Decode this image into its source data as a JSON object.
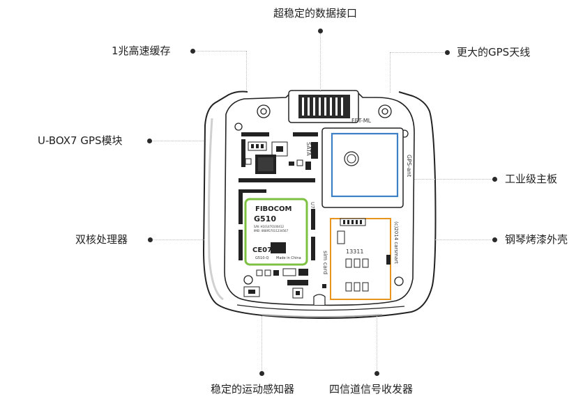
{
  "callouts": {
    "data_port": "超稳定的数据接口",
    "cache": "1兆高速缓存",
    "gps_antenna": "更大的GPS天线",
    "gps_module": "U-BOX7 GPS模块",
    "mainboard": "工业级主板",
    "dual_core": "双核处理器",
    "shell": "钢琴烤漆外壳",
    "sensor": "稳定的运动感知器",
    "transceiver": "四信道信号收发器"
  },
  "board": {
    "connector_label": "FET-ML",
    "sata_label": "SATA",
    "gps_ant_label": "GPS-ant",
    "u7_label": "U7",
    "sim_card_label": "sim card",
    "sim_number": "13311",
    "copyright": "(c)2014 carsmart",
    "module": {
      "brand": "FIBOCOM",
      "model": "G510",
      "line1": "S/N: H101470100412",
      "line2": "IMEI: 868957011234567",
      "ce_mark": "CE0700",
      "line3": "G510-Q",
      "made_in": "Made in China"
    }
  },
  "colors": {
    "accent_gps": "#3b7fc4",
    "accent_module": "#7cc142",
    "accent_sim": "#e8941e",
    "outline": "#222222"
  }
}
